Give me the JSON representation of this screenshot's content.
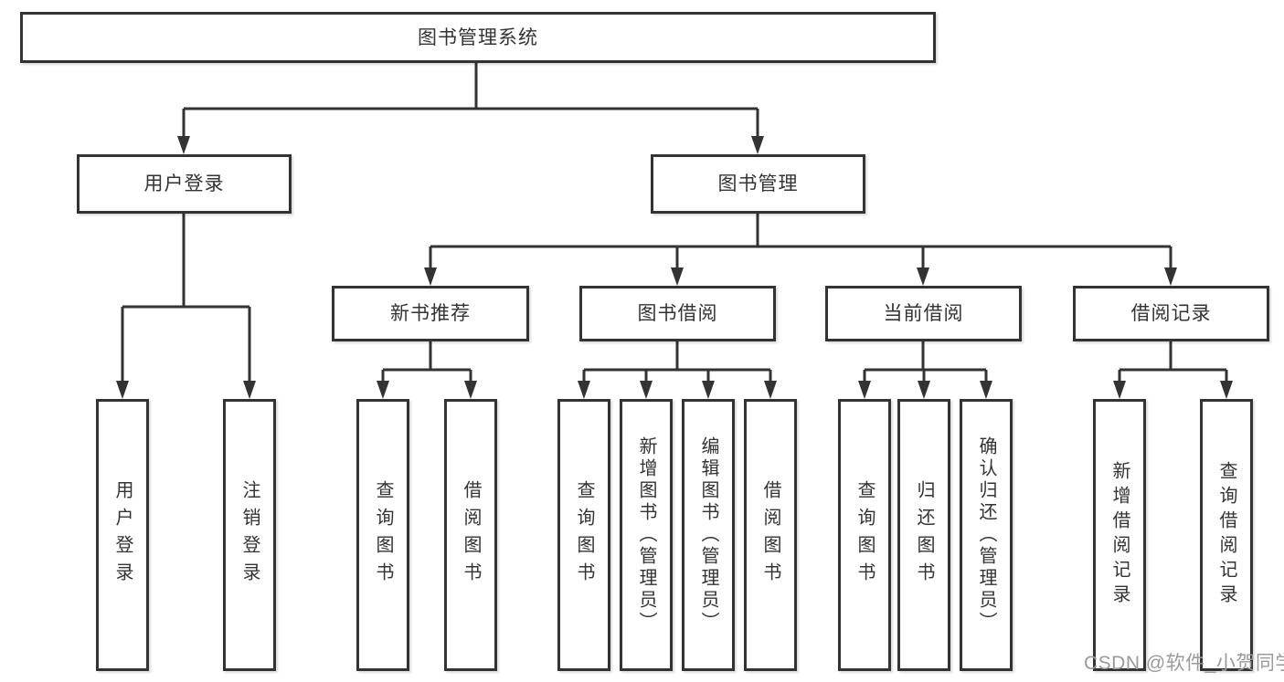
{
  "diagram": {
    "root": {
      "label": "图书管理系统"
    },
    "login": {
      "label": "用户登录",
      "children": [
        {
          "label": "用户登录"
        },
        {
          "label": "注销登录"
        }
      ]
    },
    "management": {
      "label": "图书管理",
      "groups": [
        {
          "label": "新书推荐",
          "children": [
            {
              "label": "查询图书"
            },
            {
              "label": "借阅图书"
            }
          ]
        },
        {
          "label": "图书借阅",
          "children": [
            {
              "label": "查询图书"
            },
            {
              "label": "新增图书（管理员）"
            },
            {
              "label": "编辑图书（管理员）"
            },
            {
              "label": "借阅图书"
            }
          ]
        },
        {
          "label": "当前借阅",
          "children": [
            {
              "label": "查询图书"
            },
            {
              "label": "归还图书"
            },
            {
              "label": "确认归还（管理员）"
            }
          ]
        },
        {
          "label": "借阅记录",
          "children": [
            {
              "label": "新增借阅记录"
            },
            {
              "label": "查询借阅记录"
            }
          ]
        }
      ]
    },
    "colors": {
      "line": "#333333",
      "box_border": "#333333",
      "text": "#333333",
      "background": "#ffffff",
      "watermark": "#9a9a9a"
    }
  },
  "watermark": {
    "text": "CSDN @软件_小贺同学"
  }
}
